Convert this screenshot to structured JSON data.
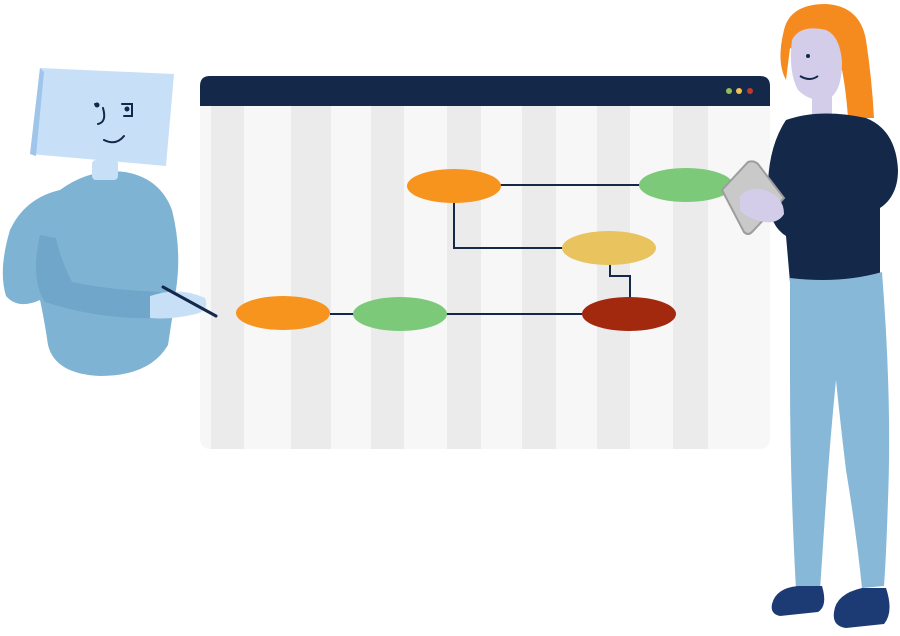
{
  "window": {
    "titlebar_color": "#14284a",
    "canvas_color": "#f7f7f7",
    "stripe_color": "#ebebeb",
    "traffic_lights": [
      "#8cc152",
      "#f2c14e",
      "#c0392b"
    ]
  },
  "diagram": {
    "node_colors": {
      "orange": "#f7941d",
      "green": "#7dc97a",
      "yellow": "#e8c35e",
      "red": "#a2280e"
    },
    "nodes": [
      {
        "id": "top-orange",
        "color": "orange"
      },
      {
        "id": "top-green",
        "color": "green"
      },
      {
        "id": "mid-yellow",
        "color": "yellow"
      },
      {
        "id": "left-orange",
        "color": "orange"
      },
      {
        "id": "mid-green",
        "color": "green"
      },
      {
        "id": "right-red",
        "color": "red"
      }
    ],
    "edges": [
      [
        "top-orange",
        "top-green"
      ],
      [
        "top-orange",
        "mid-yellow"
      ],
      [
        "mid-yellow",
        "right-red"
      ],
      [
        "left-orange",
        "mid-green"
      ],
      [
        "mid-green",
        "right-red"
      ]
    ],
    "edge_color": "#14284a"
  },
  "figures": {
    "robot": {
      "skin": "#7fb3d3",
      "head": "#c7e0f7",
      "face_line": "#14284a"
    },
    "woman": {
      "hair": "#f58a1f",
      "skin": "#d4cdea",
      "sweater": "#14284a",
      "pants": "#88b8d8",
      "shoes": "#1c3b74",
      "tablet": "#c9c9c9"
    }
  }
}
